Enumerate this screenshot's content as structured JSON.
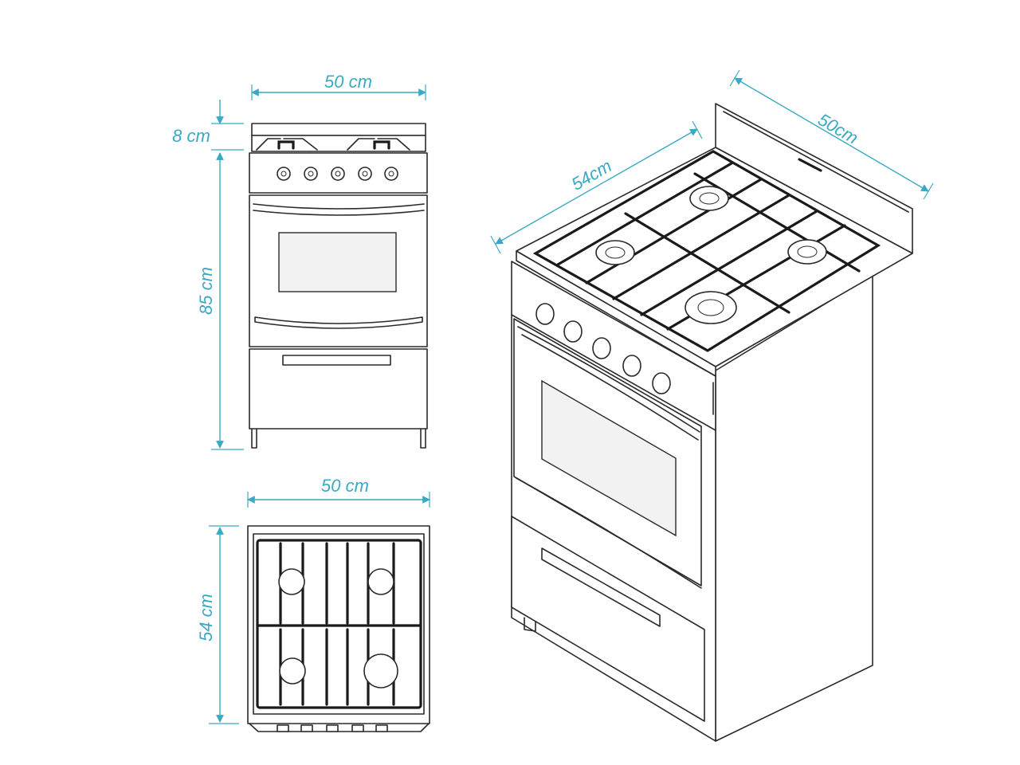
{
  "dimensions": {
    "front_width": "50 cm",
    "top_band_height": "8 cm",
    "body_height": "85 cm",
    "top_view_width": "50 cm",
    "top_view_depth": "54 cm",
    "iso_depth": "54cm",
    "iso_width": "50cm"
  },
  "colors": {
    "dimension_line": "#3aa9c4",
    "drawing_line": "#2a2a2a"
  }
}
